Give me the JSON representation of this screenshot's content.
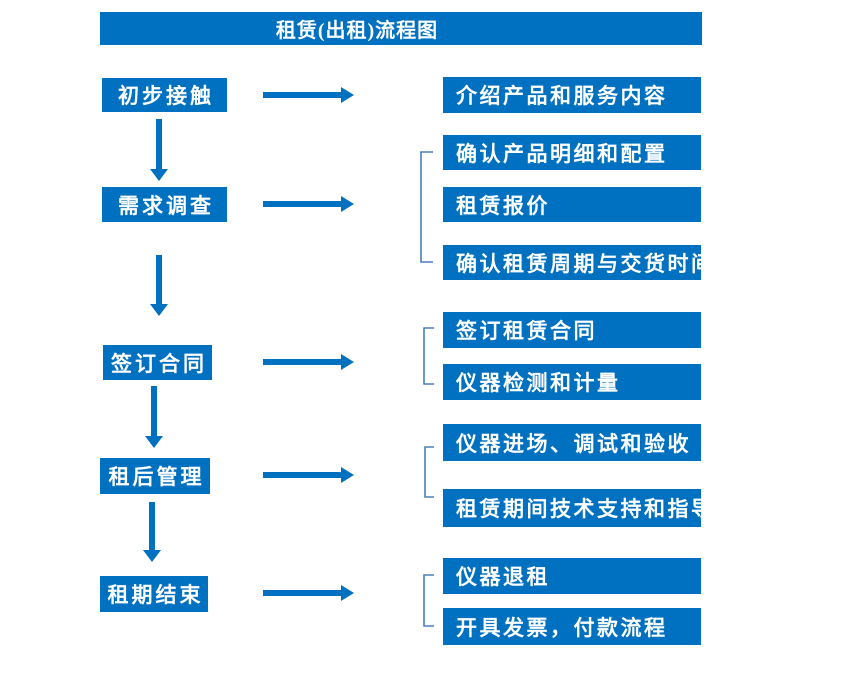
{
  "title": "租赁(出租)流程图",
  "colors": {
    "primary": "#0070C0",
    "bracket": "#4A7EBB",
    "text": "#FFFFFF",
    "background": "#FFFFFF"
  },
  "flow": {
    "steps": [
      {
        "label": "初步接触"
      },
      {
        "label": "需求调查"
      },
      {
        "label": "签订合同"
      },
      {
        "label": "租后管理"
      },
      {
        "label": "租期结束"
      }
    ],
    "details": [
      {
        "label": "介绍产品和服务内容"
      },
      {
        "label": "确认产品明细和配置"
      },
      {
        "label": "租赁报价"
      },
      {
        "label": "确认租赁周期与交货时间"
      },
      {
        "label": "签订租赁合同"
      },
      {
        "label": "仪器检测和计量"
      },
      {
        "label": "仪器进场、调试和验收"
      },
      {
        "label": "租赁期间技术支持和指导"
      },
      {
        "label": "仪器退租"
      },
      {
        "label": "开具发票，付款流程"
      }
    ]
  }
}
